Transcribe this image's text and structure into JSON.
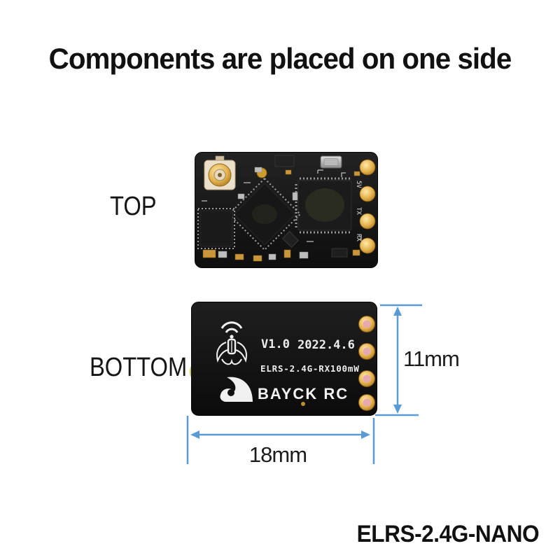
{
  "title": "Components are placed on one side",
  "views": {
    "top": {
      "label": "TOP"
    },
    "bottom": {
      "label": "BOTTOM"
    }
  },
  "dimensions": {
    "board_height": "11mm",
    "board_width": "18mm"
  },
  "top_board": {
    "pad_labels": [
      "5V",
      "TX",
      "RX"
    ]
  },
  "bottom_board": {
    "silkscreen": {
      "version": "V1.0",
      "date": "2022.4.6",
      "model": "ELRS-2.4G-RX100mW",
      "brand": "BAYCK RC"
    }
  },
  "footer": {
    "product_name": "ELRS-2.4G-NANO"
  },
  "colors": {
    "background": "#ffffff",
    "text_black": "#1a1a1a",
    "dimension_blue": "#5b9bd5",
    "pcb_black": "#141414",
    "pad_gold": "#d9a43a",
    "pad_center_pink": "#e6a9b2",
    "silkscreen_white": "#f0f0f0",
    "ufl_base_beige": "#ece0ca",
    "side_component_yellow": "#c8ce45"
  }
}
